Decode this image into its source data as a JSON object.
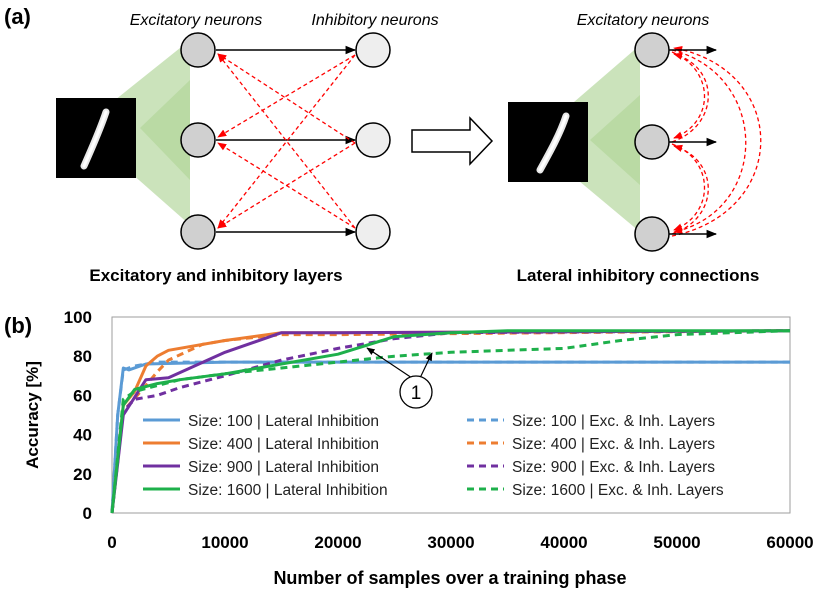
{
  "panel_a": {
    "label": "(a)",
    "left_title_exc": "Excitatory neurons",
    "left_title_inh": "Inhibitory neurons",
    "left_caption": "Excitatory and inhibitory layers",
    "right_title_exc": "Excitatory neurons",
    "right_caption": "Lateral inhibitory connections"
  },
  "panel_b": {
    "label": "(b)",
    "annotation": "1"
  },
  "colors": {
    "size100": "#5b9bd5",
    "size400": "#ed7d31",
    "size900": "#7030a0",
    "size1600": "#1eb04b",
    "neuron_exc": "#d0d0d0",
    "neuron_inh": "#eeeeee",
    "cone": "#a9d18e",
    "inhibit": "#ff0000"
  },
  "chart_data": {
    "type": "line",
    "title": "",
    "xlabel": "Number of samples over a training phase",
    "ylabel": "Accuracy [%]",
    "xlim": [
      0,
      60000
    ],
    "ylim": [
      0,
      100
    ],
    "xticks": [
      "0",
      "10000",
      "20000",
      "30000",
      "40000",
      "50000",
      "60000"
    ],
    "yticks": [
      "0",
      "20",
      "40",
      "60",
      "80",
      "100"
    ],
    "legend_position": "bottom",
    "series": [
      {
        "name": "Size: 100 | Lateral Inhibition",
        "color": "#5b9bd5",
        "dash": false,
        "x": [
          0,
          500,
          1000,
          1500,
          3000,
          10000,
          60000
        ],
        "y": [
          0,
          50,
          74,
          73,
          76,
          77,
          77
        ]
      },
      {
        "name": "Size: 100 | Exc. & Inh.  Layers",
        "color": "#5b9bd5",
        "dash": true,
        "x": [
          0,
          500,
          1000,
          2000,
          4000,
          10000,
          60000
        ],
        "y": [
          0,
          50,
          73,
          75,
          77,
          77,
          77
        ]
      },
      {
        "name": "Size: 400 | Lateral Inhibition",
        "color": "#ed7d31",
        "dash": false,
        "x": [
          0,
          1000,
          2000,
          3000,
          4000,
          5000,
          10000,
          15000,
          20000,
          60000
        ],
        "y": [
          0,
          55,
          62,
          75,
          80,
          83,
          88,
          92,
          92,
          93
        ]
      },
      {
        "name": "Size: 400 | Exc. & Inh. Layers",
        "color": "#ed7d31",
        "dash": true,
        "x": [
          0,
          1000,
          3000,
          4000,
          5000,
          8000,
          10000,
          15000,
          20000,
          60000
        ],
        "y": [
          0,
          52,
          65,
          72,
          78,
          86,
          88,
          91,
          91,
          93
        ]
      },
      {
        "name": "Size: 900 | Lateral Inhibition",
        "color": "#7030a0",
        "dash": false,
        "x": [
          0,
          1000,
          3000,
          5000,
          10000,
          15000,
          20000,
          60000
        ],
        "y": [
          0,
          50,
          68,
          69,
          82,
          92,
          92,
          93
        ]
      },
      {
        "name": "Size: 900 | Exc. & Inh. Layers",
        "color": "#7030a0",
        "dash": true,
        "x": [
          0,
          1000,
          2000,
          4000,
          6000,
          10000,
          15000,
          20000,
          25000,
          30000,
          60000
        ],
        "y": [
          0,
          52,
          58,
          60,
          64,
          70,
          78,
          84,
          89,
          92,
          93
        ]
      },
      {
        "name": "Size: 1600 | Lateral Inhibition",
        "color": "#1eb04b",
        "dash": false,
        "x": [
          0,
          1000,
          2000,
          4000,
          6000,
          10000,
          15000,
          20000,
          25000,
          30000,
          35000,
          60000
        ],
        "y": [
          0,
          55,
          63,
          66,
          68,
          71,
          76,
          81,
          90,
          92,
          93,
          93
        ]
      },
      {
        "name": "Size: 1600 | Exc. & Inh. Layers",
        "color": "#1eb04b",
        "dash": true,
        "x": [
          0,
          1000,
          2000,
          4000,
          6000,
          10000,
          15000,
          20000,
          25000,
          30000,
          35000,
          40000,
          45000,
          50000,
          60000
        ],
        "y": [
          0,
          58,
          62,
          65,
          68,
          71,
          74,
          77,
          80,
          82,
          83,
          84,
          88,
          91,
          93
        ]
      }
    ]
  }
}
